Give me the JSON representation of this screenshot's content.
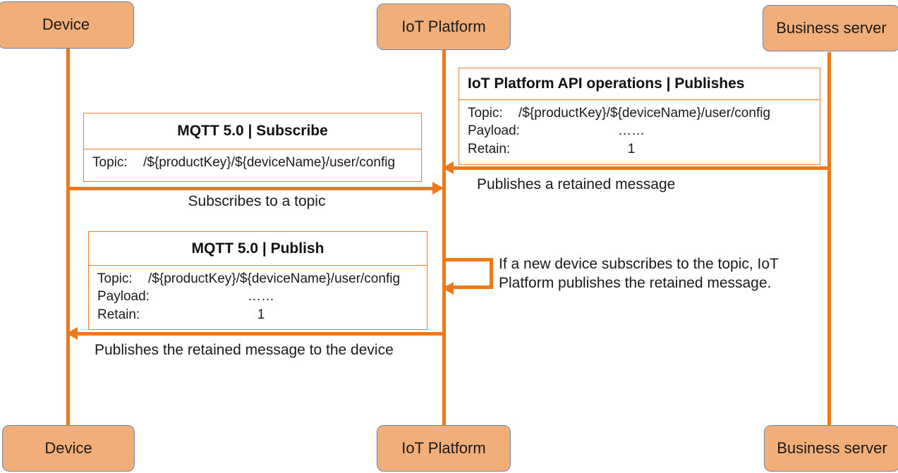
{
  "diagram": {
    "type": "sequence-diagram",
    "title": "MQTT retained message sequence"
  },
  "colors": {
    "participant_fill": "#F2AE79",
    "participant_border": "#6E87A6",
    "lifeline": "#F07818",
    "arrow": "#F07818",
    "note_border": "#ED7D31",
    "text": "#1a1a1a",
    "background": "#ffffff"
  },
  "participants": {
    "top": [
      {
        "label": "Device"
      },
      {
        "label": "IoT Platform"
      },
      {
        "label": "Business server"
      }
    ],
    "bottom": [
      {
        "label": "Device"
      },
      {
        "label": "IoT Platform"
      },
      {
        "label": "Business server"
      }
    ]
  },
  "notes": {
    "api_publish": {
      "title": "IoT Platform API operations | Publishes",
      "fields": [
        {
          "key": "Topic:",
          "value": "/${productKey}/${deviceName}/user/config"
        },
        {
          "key": "Payload:",
          "value": "……"
        },
        {
          "key": "Retain:",
          "value": "1"
        }
      ]
    },
    "mqtt_subscribe": {
      "title": "MQTT 5.0 | Subscribe",
      "fields": [
        {
          "key": "Topic:",
          "value": "/${productKey}/${deviceName}/user/config"
        }
      ]
    },
    "mqtt_publish": {
      "title": "MQTT 5.0 | Publish",
      "fields": [
        {
          "key": "Topic:",
          "value": "/${productKey}/${deviceName}/user/config"
        },
        {
          "key": "Payload:",
          "value": "……"
        },
        {
          "key": "Retain:",
          "value": "1"
        }
      ]
    }
  },
  "messages": {
    "publishes_retained": "Publishes a retained message",
    "subscribes_topic": "Subscribes to a topic",
    "self_note": "If a new device subscribes to the topic, IoT Platform publishes the retained message.",
    "publishes_to_device": "Publishes the retained message to the device"
  }
}
